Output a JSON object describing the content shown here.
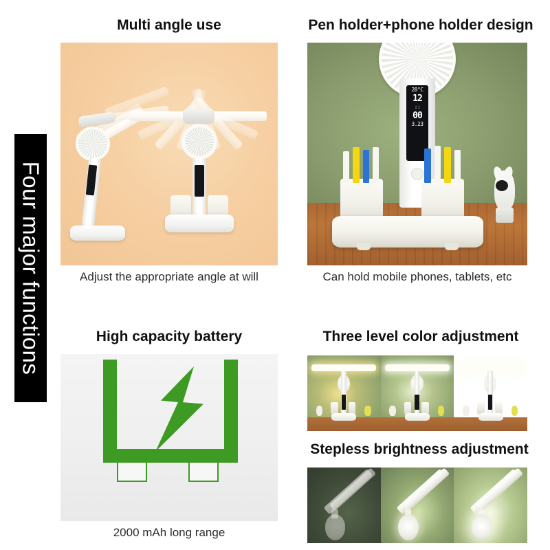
{
  "banner": {
    "text": "Four major functions",
    "background": "#000000",
    "text_color": "#ffffff"
  },
  "panels": [
    {
      "id": "multi-angle",
      "title": "Multi angle use",
      "caption": "Adjust the appropriate angle at will",
      "photo_alt": "Two white folding desk lamps on peach background showing multiple arm angles",
      "background": "#f6cfa2"
    },
    {
      "id": "pen-holder",
      "title": "Pen holder+phone holder design",
      "caption": "Can hold mobile phones, tablets, etc",
      "photo_alt": "White desk lamp with fan, LCD screen and two pen cups on a wooden desk against a green wall",
      "background": "#8fa173"
    },
    {
      "id": "battery",
      "title": "High capacity battery",
      "caption": "2000 mAh long range",
      "photo_alt": "Green battery outline icon with lightning bolt",
      "background": "#f0f0f0",
      "accent": "#3d9a22"
    },
    {
      "id": "color-adjust",
      "title": "Three level color adjustment",
      "caption": "",
      "photo_alt": "Three lamps showing warm, neutral and cool light color temperatures",
      "background": "#8fa173"
    },
    {
      "id": "brightness",
      "title": "Stepless brightness adjustment",
      "caption": "",
      "photo_alt": "Three lamps showing dim, medium and bright light levels",
      "background": "#6f7f5c"
    }
  ],
  "lcd": {
    "temperature": "28°C",
    "hour": "12",
    "separator": "::",
    "minute": "00",
    "date": "3.23"
  },
  "color_levels": [
    {
      "name": "warm",
      "glow": "#f4d98a",
      "wall": "#9aa978"
    },
    {
      "name": "neutral",
      "glow": "#eef3dd",
      "wall": "#93a572"
    },
    {
      "name": "cool",
      "glow": "#f7fbef",
      "wall": "#97a878"
    }
  ],
  "brightness_levels": [
    {
      "name": "low",
      "dim": 0.62,
      "glow": "#4d5a42"
    },
    {
      "name": "medium",
      "dim": 0.22,
      "glow": "#9db07f"
    },
    {
      "name": "high",
      "dim": 0.0,
      "glow": "#cfe0b2"
    }
  ],
  "pens": [
    {
      "color": "#f7f7f2"
    },
    {
      "color": "#f3d712"
    },
    {
      "color": "#2b74d6"
    },
    {
      "color": "#f7f7f2"
    },
    {
      "color": "#2b74d6"
    },
    {
      "color": "#f7f7f2"
    },
    {
      "color": "#f3d712"
    },
    {
      "color": "#f7f7f2"
    }
  ]
}
